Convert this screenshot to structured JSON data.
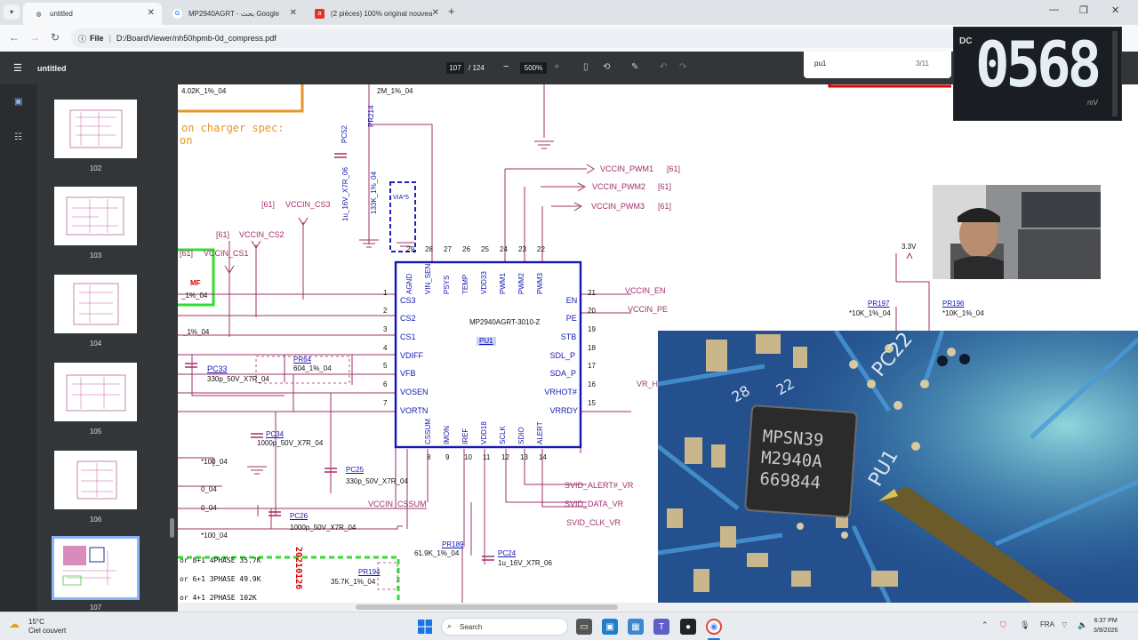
{
  "browser": {
    "tabs": [
      {
        "title": "untitled",
        "active": true,
        "icon": "globe-icon"
      },
      {
        "title": "MP2940AGRT - بحث Google",
        "active": false,
        "icon": "google-icon"
      },
      {
        "title": "(2 pièces) 100% original nouvea",
        "active": false,
        "icon": "aliexpress-icon"
      }
    ],
    "new_tab": "+",
    "address": {
      "scheme_label": "File",
      "url": "D:/BoardViewer/nh50hpmb-0d_compress.pdf"
    }
  },
  "pdf": {
    "title": "untitled",
    "page_current": "107",
    "page_total": "/ 124",
    "zoom": "500%",
    "search": {
      "query": "pu1",
      "count": "3/11"
    },
    "thumbnails": [
      {
        "label": "102"
      },
      {
        "label": "103"
      },
      {
        "label": "104"
      },
      {
        "label": "105"
      },
      {
        "label": "106"
      },
      {
        "label": "107",
        "selected": true
      }
    ]
  },
  "schematic": {
    "ic": {
      "part": "MP2940AGRT-3010-Z",
      "ref": "PU1",
      "left_pins": [
        {
          "num": "1",
          "name": "CS3"
        },
        {
          "num": "2",
          "name": "CS2"
        },
        {
          "num": "3",
          "name": "CS1"
        },
        {
          "num": "4",
          "name": "VDIFF"
        },
        {
          "num": "5",
          "name": "VFB"
        },
        {
          "num": "6",
          "name": "VOSEN"
        },
        {
          "num": "7",
          "name": "VORTN"
        }
      ],
      "right_pins": [
        {
          "num": "21",
          "name": "EN"
        },
        {
          "num": "20",
          "name": "PE"
        },
        {
          "num": "19",
          "name": "STB"
        },
        {
          "num": "18",
          "name": "SDL_P"
        },
        {
          "num": "17",
          "name": "SDA_P"
        },
        {
          "num": "16",
          "name": "VRHOT#"
        },
        {
          "num": "15",
          "name": "VRRDY"
        }
      ],
      "top_pins": [
        {
          "num": "29",
          "name": "AGND"
        },
        {
          "num": "28",
          "name": "VIN_SEN"
        },
        {
          "num": "27",
          "name": "PSYS"
        },
        {
          "num": "26",
          "name": "TEMP"
        },
        {
          "num": "25",
          "name": "VDD33"
        },
        {
          "num": "24",
          "name": "PWM1"
        },
        {
          "num": "23",
          "name": "PWM2"
        },
        {
          "num": "22",
          "name": "PWM3"
        }
      ],
      "bottom_pins": [
        {
          "num": "8",
          "name": "CSSUM"
        },
        {
          "num": "9",
          "name": "IMON"
        },
        {
          "num": "10",
          "name": "IREF"
        },
        {
          "num": "11",
          "name": "VDD18"
        },
        {
          "num": "12",
          "name": "SCLK"
        },
        {
          "num": "13",
          "name": "SDIO"
        },
        {
          "num": "14",
          "name": "ALERT"
        }
      ]
    },
    "nets": {
      "pwm1": "VCCIN_PWM1",
      "pwm2": "VCCIN_PWM2",
      "pwm3": "VCCIN_PWM3",
      "cs1": "VCCIN_CS1",
      "cs2": "VCCIN_CS2",
      "cs3": "VCCIN_CS3",
      "en": "VCCIN_EN",
      "pe": "VCCIN_PE",
      "vrhot": "VR_H",
      "cssum": "VCCIN_CSSUM",
      "alert": "SVID_ALERT#_VR",
      "data": "SVID_DATA_VR",
      "clk": "SVID_CLK_VR",
      "ref61": "[61]",
      "v33": "3.3V",
      "via": "VIA*5"
    },
    "components": {
      "pr214": "PR214",
      "pr214_val": "133K_1%_04",
      "pc52": "PC52",
      "pc52_val": "1u_16V_X7R_06",
      "pr64": "PR64",
      "pr64_val": "604_1%_04",
      "pc33": "PC33",
      "pc33_val": "330p_50V_X7R_04",
      "pc34": "PC34",
      "pc34_val": "1000p_50V_X7R_04",
      "pc25": "PC25",
      "pc25_val": "330p_50V_X7R_04",
      "pc26": "PC26",
      "pc26_val": "1000p_50V_X7R_04",
      "pr189": "PR189",
      "pr189_val": "61.9K_1%_04",
      "pc24": "PC24",
      "pc24_val": "1u_16V_X7R_06",
      "pr194": "PR194",
      "pr194_val": "35.7K_1%_04",
      "pr197": "PR197",
      "pr197_val": "*10K_1%_04",
      "pr196": "PR196",
      "pr196_val": "*10K_1%_04",
      "top_res": "2M_1%_04",
      "top_left_res": "4.02K_1%_04",
      "r1": "_1%_04",
      "r2": "_1%_04",
      "r3": "*100_04",
      "r4": "0_04",
      "r5": "0_04",
      "r6": "*100_04"
    },
    "notes": {
      "charger_1": "on charger spec:",
      "charger_2": "on",
      "mf": "MF",
      "phase_1": "or 8+1 4PHASE 35.7K",
      "phase_2": "or 6+1 3PHASE 49.9K",
      "phase_3": "or 4+1 2PHASE 102K",
      "date": "20210126"
    }
  },
  "overlays": {
    "meter": {
      "mode": "DC",
      "reading": "0568",
      "unit": "mV"
    },
    "board": {
      "chip_line1": "MPSN39",
      "chip_line2": "M2940A",
      "chip_line3": "669844",
      "silk_1": "PC22",
      "silk_2": "28",
      "silk_3": "22",
      "silk_4": "PU1"
    }
  },
  "taskbar": {
    "weather_temp": "15°C",
    "weather_desc": "Ciel couvert",
    "search_placeholder": "Search",
    "lang": "FRA",
    "time": "6:37 PM",
    "date": "3/9/2026"
  }
}
